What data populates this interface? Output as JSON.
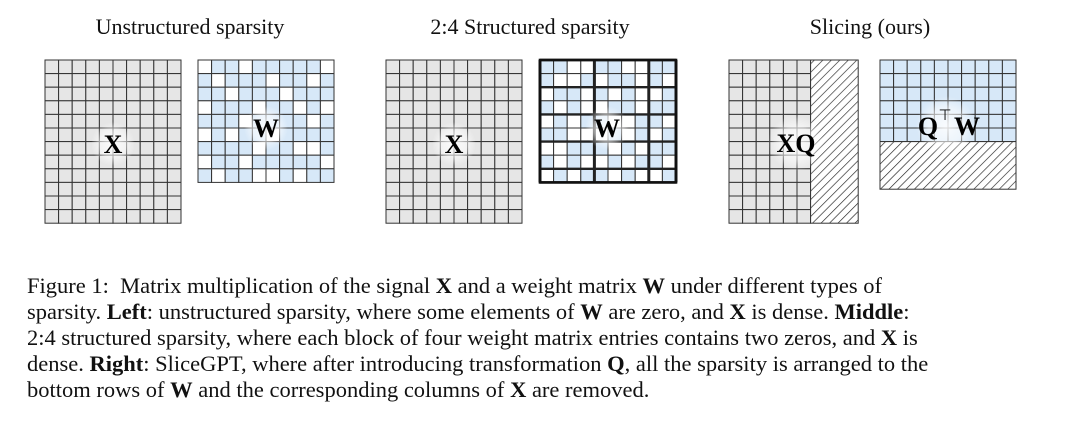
{
  "titles": {
    "left": "Unstructured sparsity",
    "middle": "2:4 Structured sparsity",
    "right": "Slicing (ours)"
  },
  "matrix_labels": {
    "x_left": "X",
    "w_left": "W",
    "x_middle": "X",
    "w_middle": "W",
    "xq": "XQ",
    "qtw_q": "Q",
    "qtw_t": "⊤",
    "qtw_w": "W"
  },
  "colors": {
    "gray_cell": "#e6e6e6",
    "blue_cell": "#d7e8f8",
    "white_cell": "#ffffff",
    "grid_line": "#333333"
  },
  "caption": {
    "fig_label": "Figure 1:",
    "l1_a": "Matrix multiplication of the signal",
    "l1_x": "X",
    "l1_b": "and a weight matrix",
    "l1_w": "W",
    "l1_c": "under different types of",
    "l2_a": "sparsity.",
    "l2_left": "Left",
    "l2_b": ": unstructured sparsity, where some elements of",
    "l2_w": "W",
    "l2_c": "are zero, and",
    "l2_x": "X",
    "l2_d": "is dense.",
    "l2_middle": "Middle",
    "l2_e": ":",
    "l3_a": "2:4 structured sparsity, where each block of four weight matrix entries contains two zeros, and",
    "l3_x": "X",
    "l3_b": "is",
    "l4_a": "dense.",
    "l4_right": "Right",
    "l4_b": ": SliceGPT, where after introducing transformation",
    "l4_q": "Q",
    "l4_c": ", all the sparsity is arranged to the",
    "l5_a": "bottom rows of",
    "l5_w": "W",
    "l5_b": "and the corresponding columns of",
    "l5_x": "X",
    "l5_c": "are removed."
  }
}
